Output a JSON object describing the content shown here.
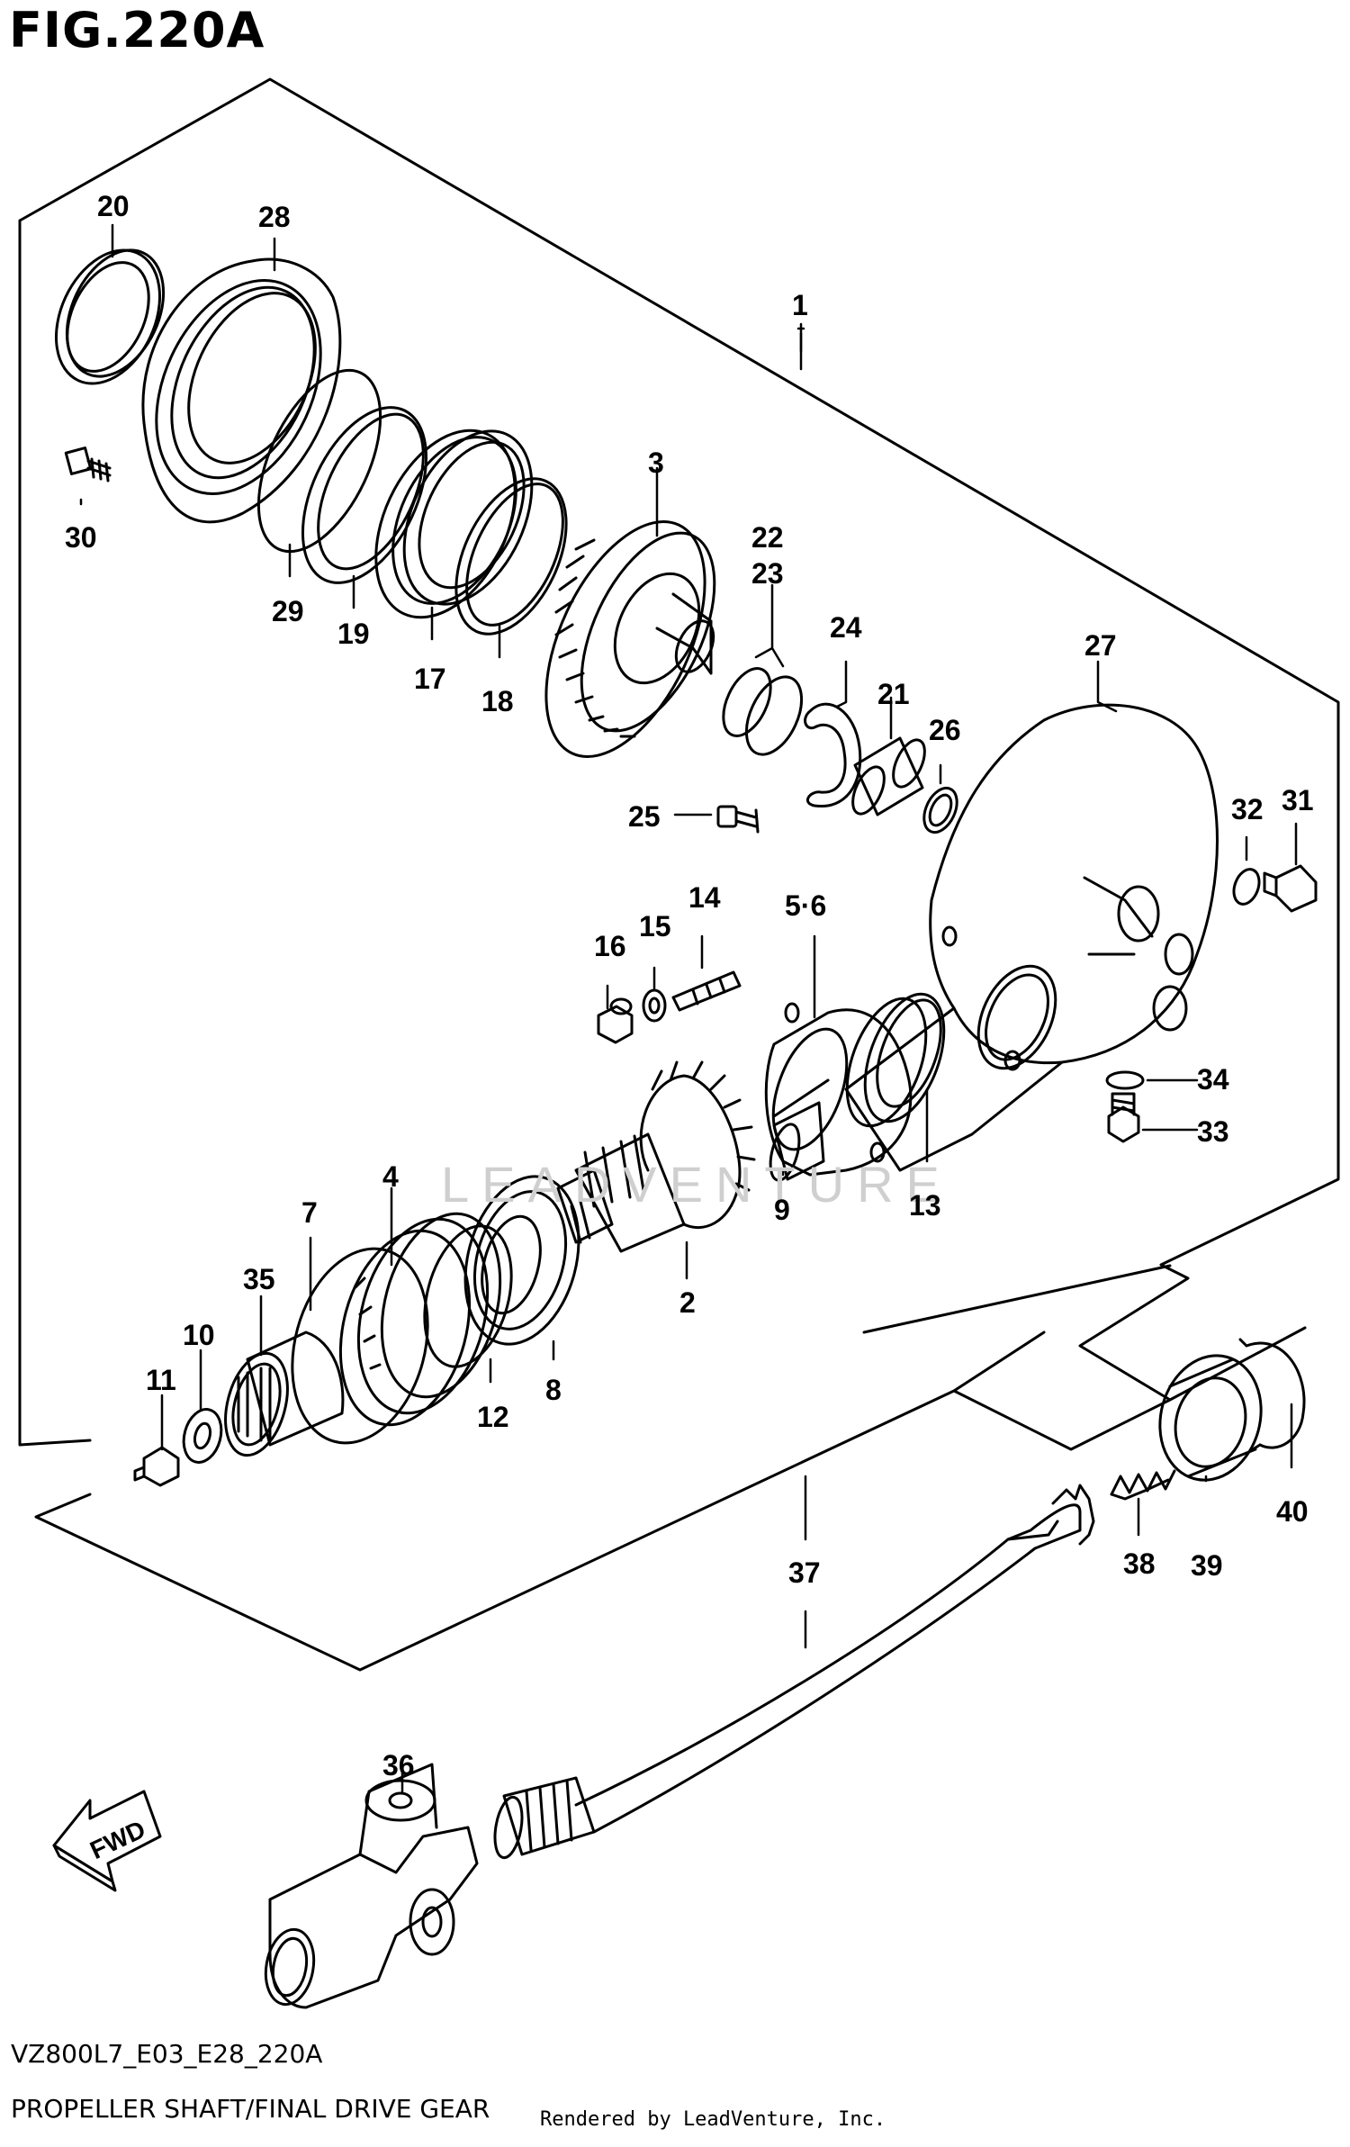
{
  "figure": {
    "title": "FIG.220A",
    "model_code": "VZ800L7_E03_E28_220A",
    "description": "PROPELLER SHAFT/FINAL DRIVE GEAR",
    "rendered_by": "Rendered by LeadVenture, Inc.",
    "watermark": "LEADVENTURE",
    "fwd_label": "FWD"
  },
  "callouts": {
    "c1": "1",
    "c2": "2",
    "c3": "3",
    "c4": "4",
    "c56": "5·6",
    "c7": "7",
    "c8": "8",
    "c9": "9",
    "c10": "10",
    "c11": "11",
    "c12": "12",
    "c13": "13",
    "c14": "14",
    "c15": "15",
    "c16": "16",
    "c17": "17",
    "c18": "18",
    "c19": "19",
    "c20": "20",
    "c21": "21",
    "c22": "22",
    "c23": "23",
    "c24": "24",
    "c25": "25",
    "c26": "26",
    "c27": "27",
    "c28": "28",
    "c29": "29",
    "c30": "30",
    "c31": "31",
    "c32": "32",
    "c33": "33",
    "c34": "34",
    "c35": "35",
    "c36": "36",
    "c37": "37",
    "c38": "38",
    "c39": "39",
    "c40": "40"
  }
}
